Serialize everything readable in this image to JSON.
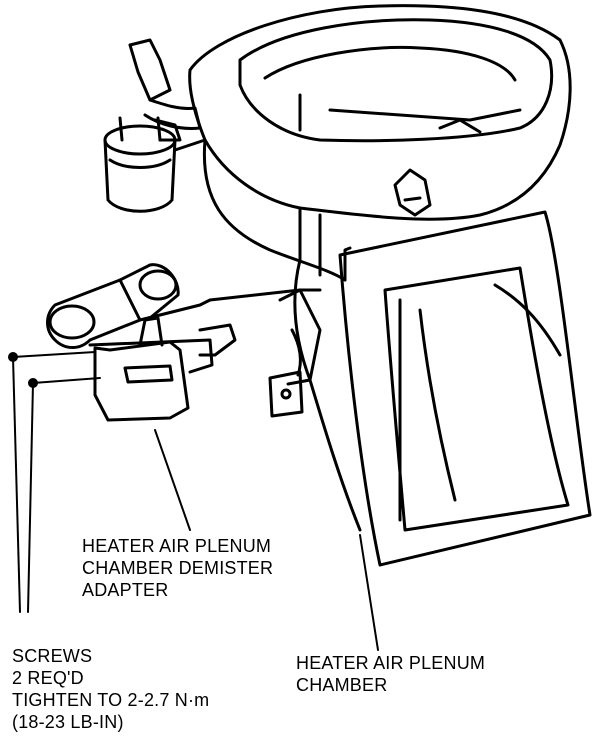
{
  "callouts": {
    "demister_adapter": {
      "lines": [
        "HEATER AIR PLENUM",
        "CHAMBER DEMISTER",
        "ADAPTER"
      ]
    },
    "screws": {
      "lines": [
        "SCREWS",
        "2 REQ'D",
        "TIGHTEN TO 2-2.7 N·m",
        "(18-23 LB-IN)"
      ]
    },
    "plenum_chamber": {
      "lines": [
        "HEATER AIR PLENUM",
        "CHAMBER"
      ]
    }
  }
}
